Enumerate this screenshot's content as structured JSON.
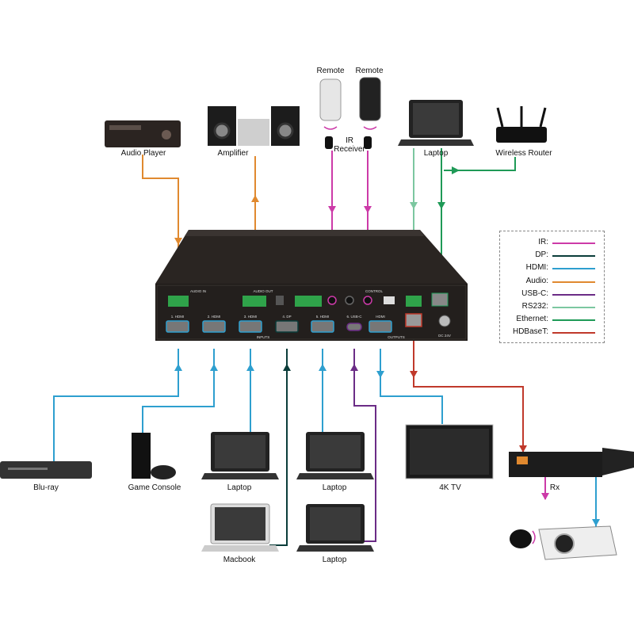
{
  "devices": {
    "audio_player": "Audio Player",
    "amplifier": "Amplifier",
    "remote_1": "Remote",
    "remote_2": "Remote",
    "ir_receiver": "IR\nReceiver",
    "laptop_top": "Laptop",
    "wireless_router": "Wireless Router",
    "bluray": "Blu-ray",
    "game_console": "Game Console",
    "laptop_1": "Laptop",
    "laptop_2": "Laptop",
    "tv": "4K TV",
    "rx": "Rx",
    "macbook": "Macbook",
    "laptop_3": "Laptop"
  },
  "switcher": {
    "panel_labels": {
      "audio_in": "AUDIO IN",
      "audio_out": "AUDIO OUT",
      "control": "CONTROL",
      "inputs": "INPUTS",
      "outputs": "OUTPUTS",
      "dc": "DC 24V"
    },
    "port_labels": [
      "1. HDMI",
      "2. HDMI",
      "3. HDMI",
      "4. DP",
      "5. HDMI",
      "6. USB-C",
      "HDMI"
    ]
  },
  "legend": {
    "items": [
      {
        "name": "IR:",
        "color": "#cc3aa8"
      },
      {
        "name": "DP:",
        "color": "#0b3d3a"
      },
      {
        "name": "HDMI:",
        "color": "#2e9fcf"
      },
      {
        "name": "Audio:",
        "color": "#e0892f"
      },
      {
        "name": "USB-C:",
        "color": "#6b2c86"
      },
      {
        "name": "RS232:",
        "color": "#7cc7a0"
      },
      {
        "name": "Ethernet:",
        "color": "#1f9a57"
      },
      {
        "name": "HDBaseT:",
        "color": "#c0392b"
      }
    ]
  }
}
